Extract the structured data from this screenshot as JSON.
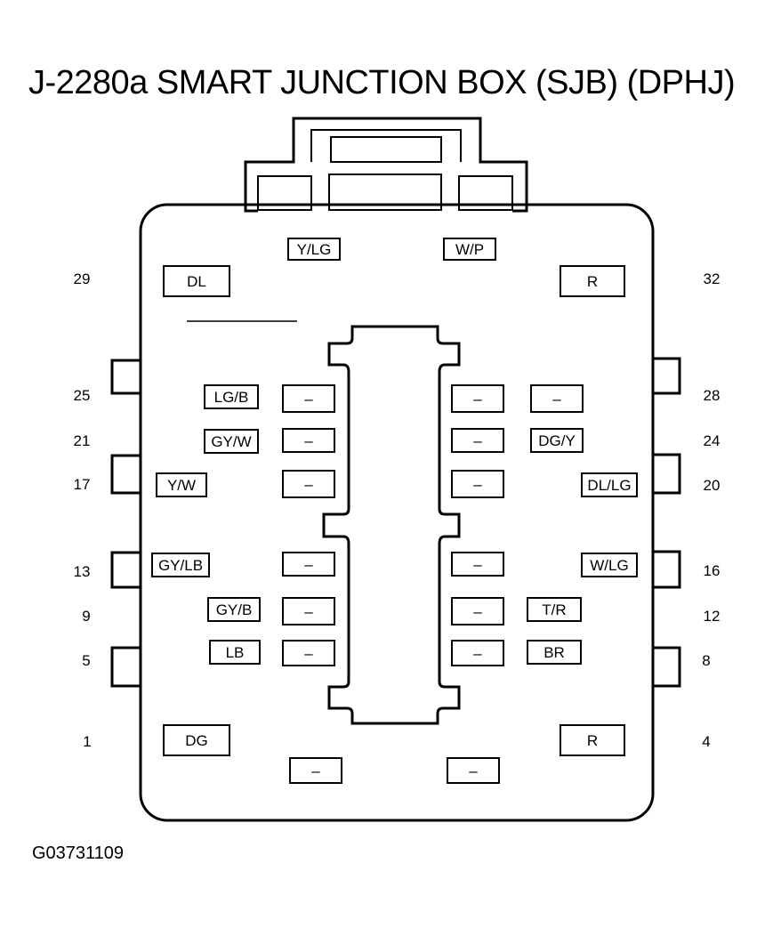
{
  "title": "J-2280a SMART JUNCTION BOX (SJB) (DPHJ)",
  "figure_id": "G03731109",
  "pin_numbers": {
    "p29": "29",
    "p32": "32",
    "p25": "25",
    "p28": "28",
    "p21": "21",
    "p24": "24",
    "p17": "17",
    "p20": "20",
    "p13": "13",
    "p16": "16",
    "p9": "9",
    "p12": "12",
    "p5": "5",
    "p8": "8",
    "p1": "1",
    "p4": "4"
  },
  "wires": {
    "top_left": "Y/LG",
    "top_right": "W/P",
    "pin29": "DL",
    "pin32": "R",
    "pin25": "LG/B",
    "pin25_inner": "–",
    "pin28_inner": "–",
    "pin28": "–",
    "pin21": "GY/W",
    "pin21_inner": "–",
    "pin24_inner": "–",
    "pin24": "DG/Y",
    "pin17": "Y/W",
    "pin17_inner": "–",
    "pin20_inner": "–",
    "pin20": "DL/LG",
    "pin13": "GY/LB",
    "pin13_inner": "–",
    "pin16_inner": "–",
    "pin16": "W/LG",
    "pin9": "GY/B",
    "pin9_inner": "–",
    "pin12_inner": "–",
    "pin12": "T/R",
    "pin5": "LB",
    "pin5_inner": "–",
    "pin8_inner": "–",
    "pin8": "BR",
    "pin1": "DG",
    "pin4": "R",
    "bottom_left": "–",
    "bottom_right": "–"
  }
}
